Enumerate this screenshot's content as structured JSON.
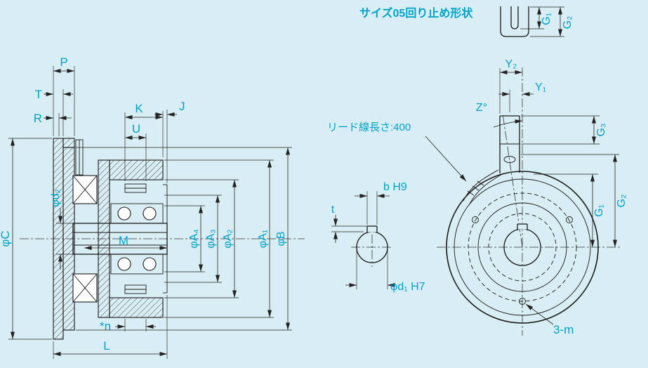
{
  "colors": {
    "background": "#d9edf4",
    "line": "#1a1a1a",
    "accent": "#00a2c8"
  },
  "notes": {
    "detail_title": "サイズ05回り止め形状",
    "lead_wire": "リード線長さ:400"
  },
  "section_view": {
    "dims": {
      "P": "P",
      "T": "T",
      "R": "R",
      "K": "K",
      "J": "J",
      "U": "U",
      "phi_d2": "φd₂",
      "phi_C": "φC",
      "M": "M",
      "phi_A4": "φA₄",
      "phi_A3": "φA₃",
      "phi_A2": "φA₂",
      "phi_A1": "φA₁",
      "phi_B": "φB",
      "n": "*n",
      "L": "L"
    }
  },
  "front_view": {
    "dims": {
      "Y2": "Y₂",
      "Y1": "Y₁",
      "Z": "Z°",
      "G3": "G₃",
      "G1": "G₁",
      "G2": "G₂",
      "m3": "3-m"
    }
  },
  "shaft_view": {
    "dims": {
      "b": "b H9",
      "t": "t",
      "phi_d1": "φd₁ H7"
    }
  },
  "detail_view": {
    "dims": {
      "G1": "G₁",
      "G2": "G₂"
    }
  }
}
